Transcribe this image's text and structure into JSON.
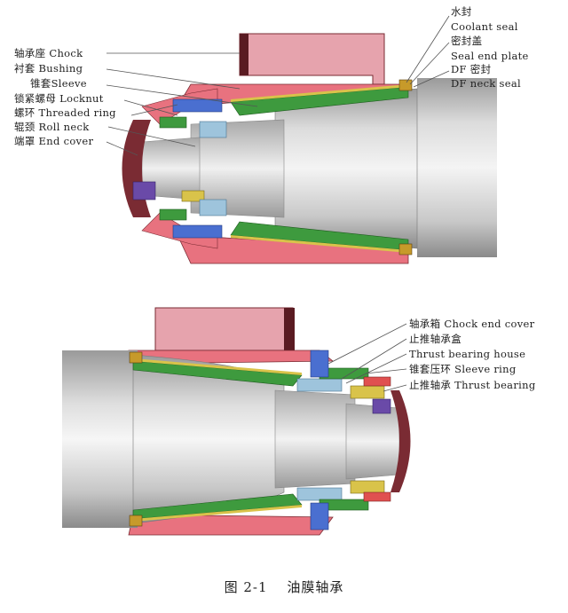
{
  "top_labels_left": [
    "轴承座 Chock",
    "衬套 Bushing",
    "锥套Sleeve",
    "锁紧螺母 Locknut",
    "螺环 Threaded ring",
    "辊颈 Roll neck",
    "端罩 End cover"
  ],
  "top_labels_right": [
    "水封",
    "Coolant seal",
    "密封盖",
    "Seal end plate",
    "DF 密封",
    "DF neck seal"
  ],
  "bottom_labels_right": [
    "轴承箱 Chock end cover",
    "止推轴承盒",
    "Thrust bearing house",
    "锥套压环 Sleeve ring",
    "止推轴承 Thrust bearing"
  ],
  "caption": {
    "figure_number": "图 2-1",
    "title": "油膜轴承"
  },
  "colors": {
    "chock": "#e8727f",
    "chock_top": "#e6a3ad",
    "chock_dark": "#7a2b33",
    "shaft": "#e6e6e6",
    "shaft_dark": "#8e8e8e",
    "sleeve": "#3e9a3e",
    "bushing": "#d9c34a",
    "blue": "#4a6fd0",
    "purple": "#6a4aa8",
    "lightblue": "#9ec4dc"
  }
}
